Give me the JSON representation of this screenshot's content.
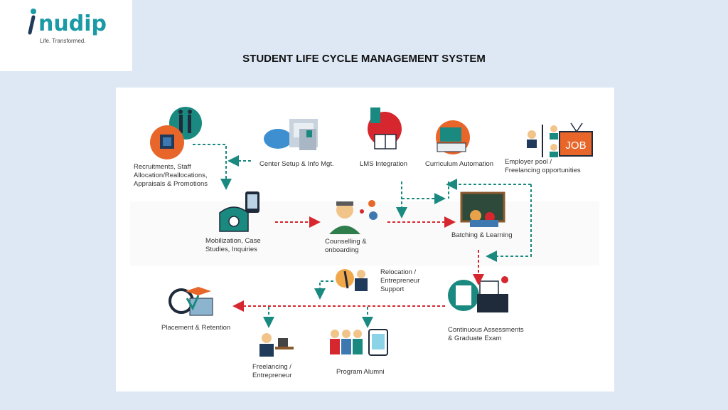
{
  "logo": {
    "word": "nudip",
    "tagline": "Life. Transformed."
  },
  "title": "STUDENT LIFE CYCLE MANAGEMENT SYSTEM",
  "nodes": {
    "recruitments": "Recruitments, Staff\nAllocation/Reallocations,\nAppraisals & Promotions",
    "center_setup": "Center Setup & Info Mgt.",
    "lms": "LMS Integration",
    "curriculum": "Curriculum Automation",
    "employer": "Employer pool /\nFreelancing opportunities",
    "job_sign": "JOB",
    "mobilization": "Mobilization, Case\nStudies, Inquiries",
    "counselling": "Counselling &\nonboarding",
    "batching": "Batching & Learning",
    "relocation": "Relocation /\nEntrepreneur\nSupport",
    "placement": "Placement & Retention",
    "assessments": "Continuous Assessments\n& Graduate Exam",
    "freelancing": "Freelancing /\nEntrepreneur",
    "alumni": "Program Alumni"
  },
  "colors": {
    "teal": "#1a8a80",
    "red": "#d6262e",
    "orange": "#e8662a",
    "navy": "#1f3a5a"
  }
}
